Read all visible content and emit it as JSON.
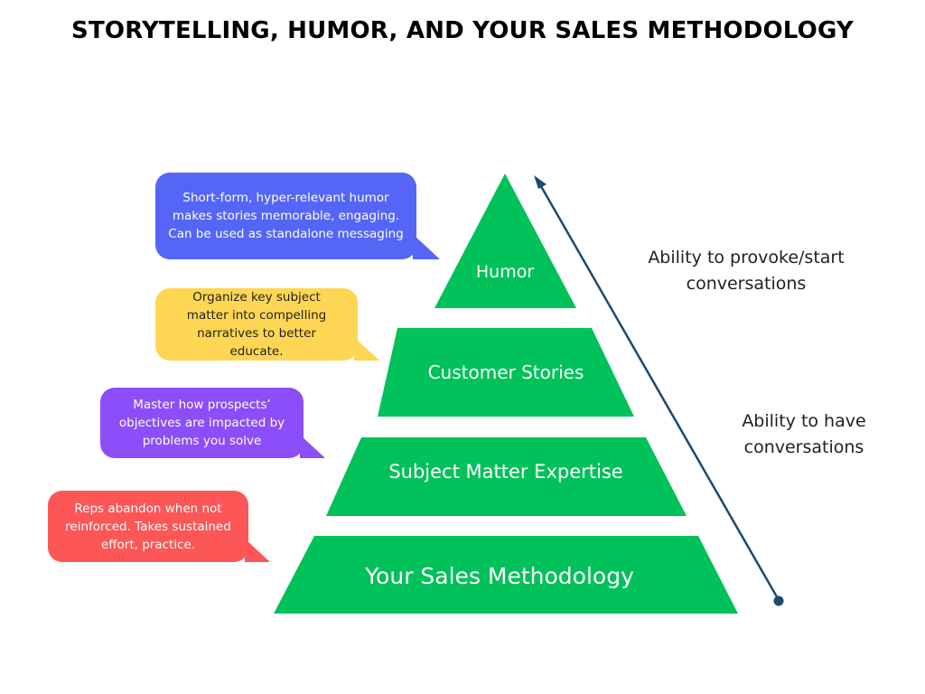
{
  "title": "STORYTELLING, HUMOR, AND YOUR SALES METHODOLOGY",
  "colors": {
    "pyramid": "#00c15a",
    "arrow": "#1c4a72",
    "blue": "#5566f6",
    "yellow": "#ffd653",
    "purple": "#8c4ef9",
    "red": "#fd5656"
  },
  "tiers": [
    {
      "label": "Humor"
    },
    {
      "label": "Customer Stories"
    },
    {
      "label": "Subject Matter Expertise"
    },
    {
      "label": "Your Sales Methodology"
    }
  ],
  "bubbles": [
    {
      "text": "Short-form, hyper-relevant humor makes stories memorable, engaging. Can be used as standalone messaging",
      "color": "blue"
    },
    {
      "text": "Organize key subject matter into compelling narratives to better educate.",
      "color": "yellow"
    },
    {
      "text": "Master how prospects’ objectives are impacted by problems you solve",
      "color": "purple"
    },
    {
      "text": "Reps abandon when not reinforced. Takes sustained effort, practice.",
      "color": "red"
    }
  ],
  "side_labels": {
    "upper": "Ability to provoke/start conversations",
    "lower": "Ability to have conversations"
  }
}
